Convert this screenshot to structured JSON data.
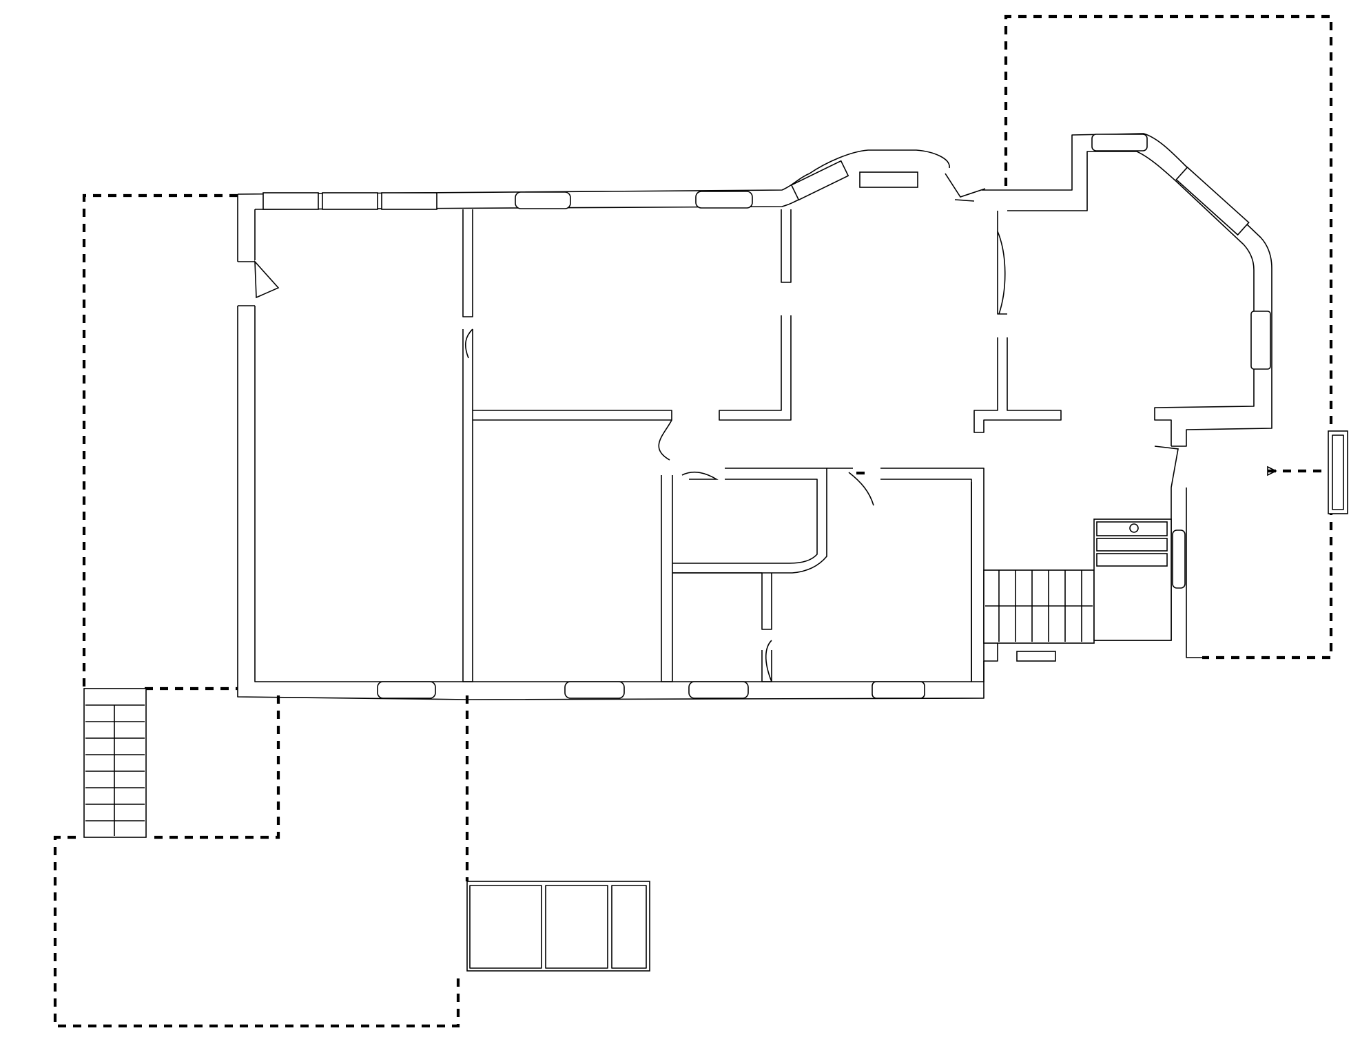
{
  "diagram": {
    "type": "floor-plan",
    "colors": {
      "line": "#000000",
      "background": "#ffffff"
    },
    "zones": [
      {
        "kind": "room",
        "count": 10
      },
      {
        "kind": "window",
        "count": 16
      },
      {
        "kind": "door",
        "count": 9
      },
      {
        "kind": "stair",
        "count": 3
      },
      {
        "kind": "dashed-outline",
        "count": 4
      }
    ]
  }
}
